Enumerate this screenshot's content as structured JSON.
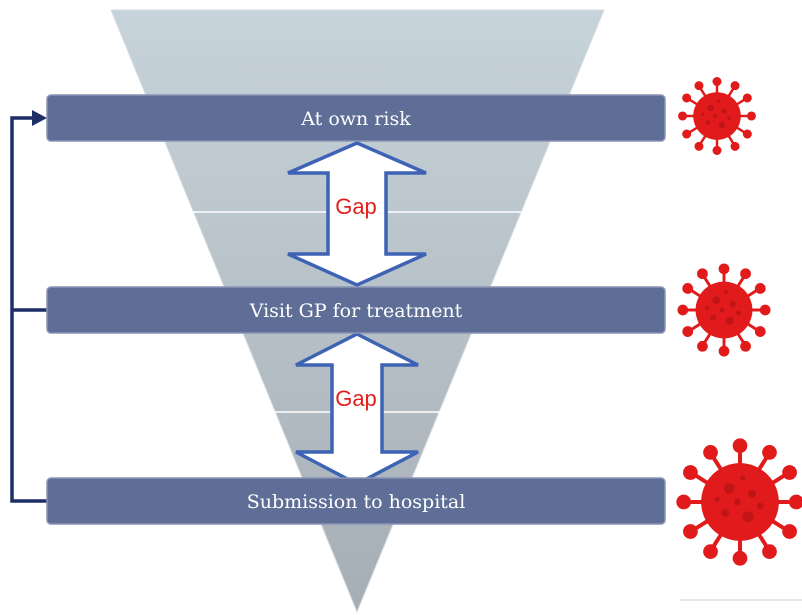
{
  "levels": [
    {
      "label": "At own risk"
    },
    {
      "label": "Visit GP for treatment"
    },
    {
      "label": "Submission to hospital"
    }
  ],
  "gaps": [
    {
      "label": "Gap"
    },
    {
      "label": "Gap"
    }
  ],
  "icons": {
    "virus": "virus-icon",
    "feedback_arrow": "feedback-arrow"
  },
  "colors": {
    "bar_fill": "#5f6e96",
    "bar_stroke": "#8a94b5",
    "funnel_top": "#c6d2d8",
    "funnel_bottom": "#aab1b8",
    "arrow_stroke": "#3e63b4",
    "gap_text": "#e0201b",
    "virus": "#e11b1b",
    "connector": "#1e2e68"
  }
}
